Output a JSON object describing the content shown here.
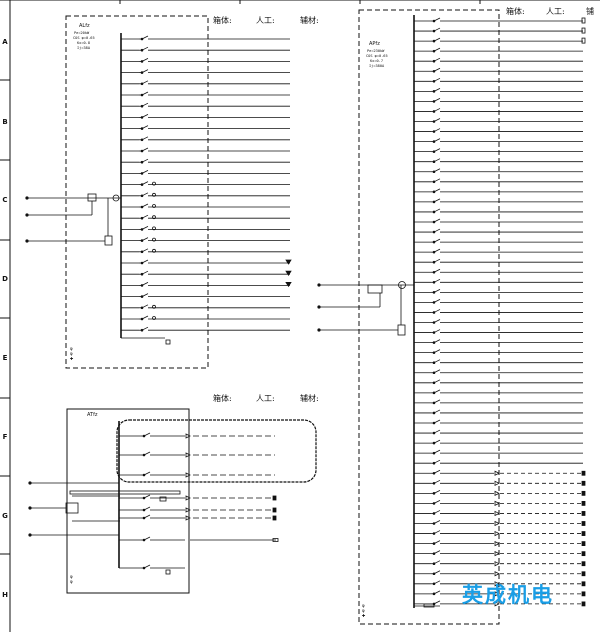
{
  "row_labels": [
    "A",
    "B",
    "C",
    "D",
    "E",
    "F",
    "G",
    "H"
  ],
  "headers": {
    "left_top": {
      "box": "箱体:",
      "labor": "人工:",
      "aux": "辅材:"
    },
    "right_top": {
      "box": "箱体:",
      "labor": "人工:",
      "aux": "铺"
    },
    "left_mid": {
      "box": "箱体:",
      "labor": "人工:",
      "aux": "辅材:"
    }
  },
  "panels": {
    "al": {
      "name": "ALfz",
      "spec": [
        "Pe=20kW",
        "COS φ=0.65",
        "Kx=0.8",
        "Ij=38A"
      ],
      "mark": "φ\nφ\n✚"
    },
    "ap": {
      "name": "APfz",
      "spec": [
        "Pe=230kW",
        "COS φ=0.65",
        "Kx=0.7",
        "Ij=380A"
      ],
      "mark": "φ\nφ\n✚"
    },
    "at": {
      "name": "ATfz",
      "mark": "φ\nφ"
    }
  },
  "watermark": "英成机电",
  "colors": {
    "line": "#111111",
    "watermark": "#1a9ee6"
  }
}
